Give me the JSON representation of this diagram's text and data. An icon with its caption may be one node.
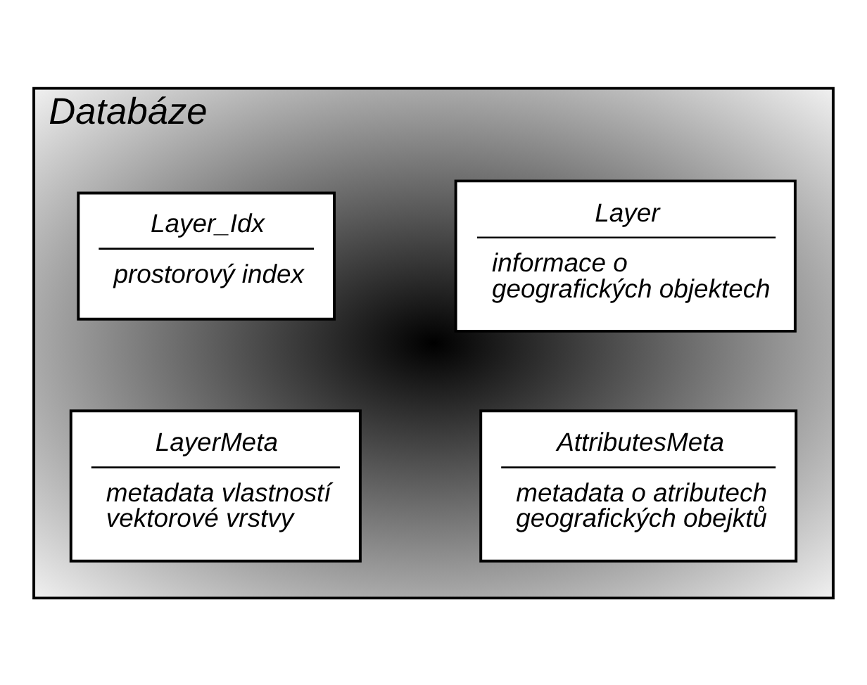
{
  "diagram": {
    "nodes": [
      {
        "text": [
          "Databáze"
        ]
      },
      {
        "text": [
          "Layer",
          "informace o geografických objektech"
        ],
        "in": 0
      },
      {
        "text": [
          "Layer_Idx",
          "prostorový index"
        ],
        "in": 0
      },
      {
        "text": [
          "AttributesMeta",
          "metadata o atributech geografických obejktů"
        ],
        "in": 0
      },
      {
        "text": [
          "LayerMeta",
          "metadata vlastností vektorové vrstvy"
        ],
        "in": 0
      }
    ]
  }
}
